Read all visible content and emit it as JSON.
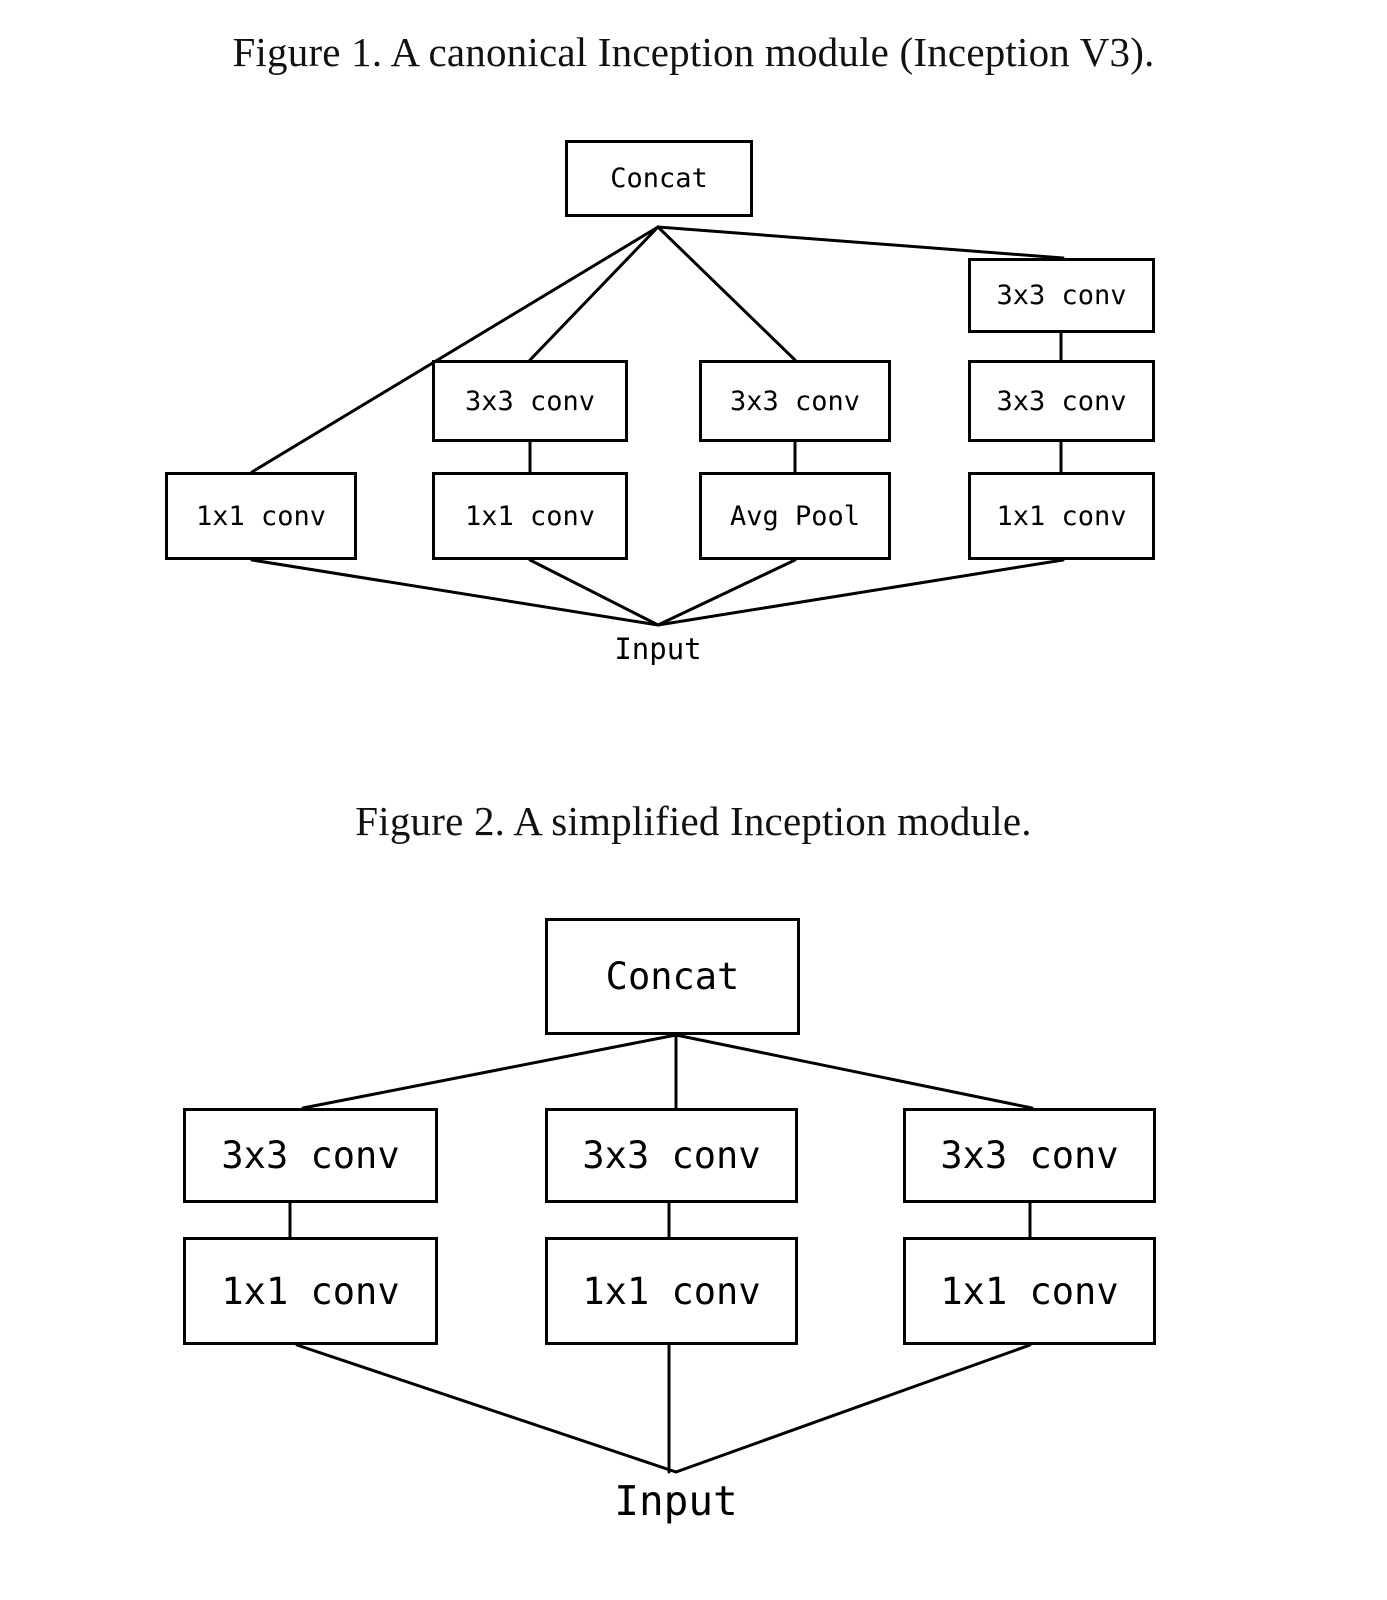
{
  "figures": [
    {
      "id": "figure-1",
      "caption": "Figure 1. A canonical Inception module (Inception V3).",
      "nodes": {
        "concat": "Concat",
        "branch1_bottom": "1x1 conv",
        "branch2_top": "3x3 conv",
        "branch2_bottom": "1x1 conv",
        "branch3_top": "3x3 conv",
        "branch3_bottom": "Avg Pool",
        "branch4_top": "3x3 conv",
        "branch4_mid": "3x3 conv",
        "branch4_bottom": "1x1 conv",
        "input": "Input"
      }
    },
    {
      "id": "figure-2",
      "caption": "Figure 2. A simplified Inception module.",
      "nodes": {
        "concat": "Concat",
        "branch1_top": "3x3 conv",
        "branch1_bottom": "1x1 conv",
        "branch2_top": "3x3 conv",
        "branch2_bottom": "1x1 conv",
        "branch3_top": "3x3 conv",
        "branch3_bottom": "1x1 conv",
        "input": "Input"
      }
    }
  ],
  "style": {
    "stroke_color": "#000000",
    "box_fill": "#ffffff",
    "page_background": "#ffffff",
    "text_color": "#000000"
  }
}
